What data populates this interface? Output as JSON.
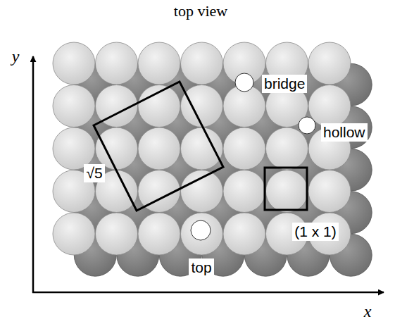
{
  "diagram": {
    "title": "top view",
    "labels": [
      "y",
      "x",
      "bridge",
      "hollow",
      "top",
      "√5",
      "(1 x 1)"
    ]
  }
}
